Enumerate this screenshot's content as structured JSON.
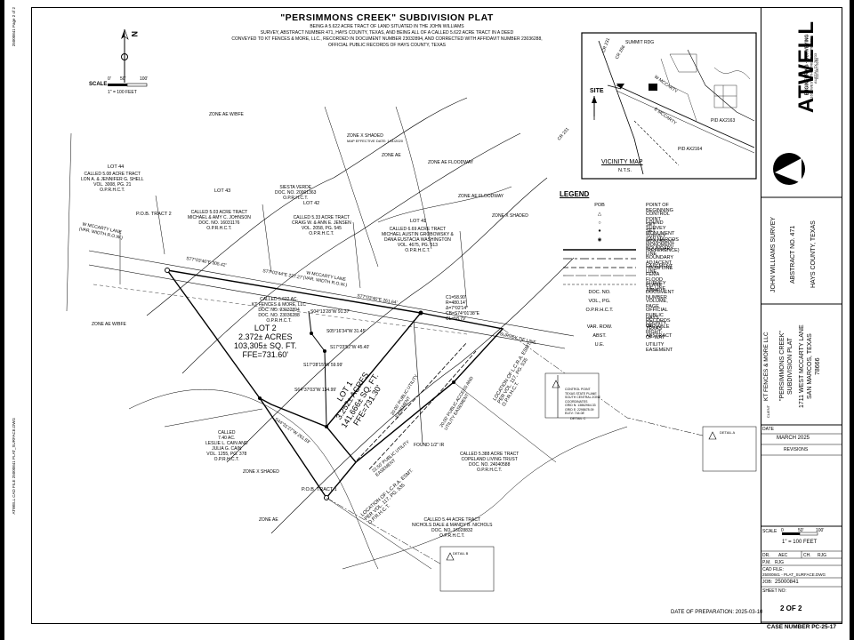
{
  "header": {
    "title": "\"PERSIMMONS CREEK\" SUBDIVISION PLAT",
    "description_lines": [
      "BEING A 5.622 ACRE TRACT OF LAND SITUATED IN THE JOHN WILLIAMS",
      "SURVEY, ABSTRACT NUMBER 471, HAYS COUNTY, TEXAS, AND BEING ALL OF A CALLED 5.622 ACRE TRACT IN A DEED",
      "CONVEYED TO KT FENCES & MORE, LLC., RECORDED IN DOCUMENT NUMBER 23032894, AND CORRECTED WITH AFFIDAVIT NUMBER 23036288,",
      "OFFICIAL PUBLIC RECORDS OF HAYS COUNTY, TEXAS"
    ]
  },
  "scale": {
    "label": "SCALE",
    "ticks": [
      "0'",
      "50'",
      "100'"
    ],
    "ratio": "1\" = 100 FEET"
  },
  "edge_text": {
    "left_top": "25000841 Page 2 of 2",
    "left_bottom": "ATWELL CAD FILE 25000841 PLAT_SURFACE.DWG"
  },
  "vicinity": {
    "title": "VICINITY MAP",
    "sub": "N.T.S.",
    "site": "SITE",
    "roads": [
      "SUMMIT RDG",
      "CR 231",
      "CR 266",
      "W MCCARTY",
      "E MCCARTY"
    ],
    "markers": [
      "PID AX2163",
      "PID AX2164"
    ]
  },
  "company": {
    "name": "ATWELL",
    "tagline": "ENGINEERING · SURVEYING",
    "address": [
      "1611 WEST 6TH STREET SUITE 175",
      "AUSTIN, TX 78703",
      "512.467.9255"
    ]
  },
  "legend": {
    "title": "LEGEND",
    "items": [
      {
        "symbol": "POB",
        "text": "POINT OF BEGINNING"
      },
      {
        "symbol": "△",
        "text": "CONTROL POINT SET"
      },
      {
        "symbol": "○",
        "text": "FOUND SURVEY MONUMENT"
      },
      {
        "symbol": "●",
        "text": "SET SURVEY MONUMENT"
      },
      {
        "symbol": "◉",
        "text": "SAN MARCOS MONUMENT (REFERENCE)"
      },
      {
        "symbol": "",
        "text": "BOUNDARY LINE"
      },
      {
        "symbol": "",
        "text": "BOUNDARY ADJACENT / ROW LINE"
      },
      {
        "symbol": "",
        "text": "EASEMENT LINE"
      },
      {
        "symbol": "",
        "text": "FEMA FLOOD PLANE ZONE"
      },
      {
        "symbol": "",
        "text": "SURVEY TIE LINE"
      },
      {
        "symbol": "DOC. NO.",
        "text": "DOCUMENT NUMBER"
      },
      {
        "symbol": "VOL., PG.",
        "text": "VOLUME, PAGE"
      },
      {
        "symbol": "O.P.R.H.C.T.",
        "text": "OFFICIAL PUBLIC RECORDS OF"
      },
      {
        "symbol": "",
        "text": "HAYS COUNTY, TEXAS"
      },
      {
        "symbol": "VAR. ROW.",
        "text": "VARIABLE RIGHT-OF-WAY"
      },
      {
        "symbol": "ABST.",
        "text": "ABSTRACT"
      },
      {
        "symbol": "U.E.",
        "text": "UTILITY EASEMENT"
      }
    ]
  },
  "title_block": {
    "survey": "JOHN WILLIAMS SURVEY",
    "abstract": "ABSTRACT NO. 471",
    "county": "HAYS COUNTY, TEXAS",
    "client": "KT FENCES & MORE LLC",
    "project_lines": [
      "\"PERSIMMONS CREEK\"",
      "SUBDIVISION PLAT",
      "1711 WEST MCCARTY LANE",
      "SAN MARCOS, TEXAS",
      "78666"
    ],
    "client_label": "CLIENT",
    "date_label": "DATE",
    "date": "MARCH 2025",
    "revisions": "REVISIONS",
    "scale_label": "SCALE",
    "scale_ticks": [
      "0",
      "50'",
      "100'"
    ],
    "scale_ratio": "1\" = 100 FEET",
    "dr_label": "DR.",
    "dr": "AEC",
    "ch_label": "CH.",
    "ch": "RJG",
    "pm_label": "P.M.",
    "pm": "RJG",
    "cad_label": "CAD FILE:",
    "cad": "25000841 - PLAT_SURFACE.DWG",
    "job_label": "JOB:",
    "job": "25000841",
    "sheet_label": "SHEET NO:",
    "sheet": "2 OF 2",
    "case_number": "CASE NUMBER PC-25-17",
    "prep": "DATE OF PREPARATION: 2025-03-10"
  },
  "lots": [
    {
      "name": "LOT 2",
      "area": "2.372± ACRES",
      "sqft": "103,305± SQ. FT.",
      "ffe": "FFE=731.60'"
    },
    {
      "name": "LOT 1",
      "area": "3.252± ACRES",
      "sqft": "141,666± SQ. FT.",
      "ffe": "FFE=731.30'"
    }
  ],
  "plat_labels": {
    "lot44": "LOT 44",
    "lot43": "LOT 43",
    "lot42": "LOT 42",
    "lot41": "LOT 41",
    "adj_shell": [
      "CALLED 5.08 ACRE TRACT",
      "LON A. & JENNIFER G. SHELL",
      "VOL. 3008, PG. 21",
      "O.P.R.H.C.T."
    ],
    "adj_johnson": [
      "CALLED 5.03 ACRE TRACT",
      "MICHAEL & AMY C. JOHNSON",
      "DOC. NO. 16031176",
      "O.P.R.H.C.T."
    ],
    "adj_jensen": [
      "CALLED 5.33 ACRE TRACT",
      "CRAIG W. & ANN E. JENSEN",
      "VOL. 2058, PG. 545",
      "O.P.R.H.C.T."
    ],
    "adj_grobowsky": [
      "CALLED 6.69 ACRE TRACT",
      "MICHAEL AUSTIN GROBOWSKY &",
      "DANA EUSTACIA WASHINGTON",
      "VOL. 4675, PG. 513",
      "O.P.R.H.C.T."
    ],
    "subject": [
      "CALLED 5.622 AC.",
      "KT FENCES & MORE, LLC",
      "DOC. NO. 23032894",
      "DOC. NO. 23036288",
      "O.P.R.H.C.T."
    ],
    "adj_cain": [
      "CALLED",
      "7.40 AC.",
      "LESLIE L. CAIN AND",
      "JULIA G. CAIN",
      "VOL. 1255, PG. 378",
      "O.P.R.H.C.T."
    ],
    "adj_copeland": [
      "CALLED 5.388 ACRE TRACT",
      "COPELAND LIVING TRUST",
      "DOC. NO. 24040588",
      "O.P.R.H.C.T."
    ],
    "adj_nichols": [
      "CALLED 5.44 ACRE TRACT",
      "NICHOLS DALE & MANDY B. NICHOLS",
      "DOC. NO. 16028832",
      "O.P.R.H.C.T."
    ],
    "road": [
      "W MCCARTY LANE",
      "(VAR. WIDTH R.O.W.)"
    ],
    "road2": [
      "W MCCARTY LANE",
      "(VAR. WIDTH R.O.W.)"
    ],
    "pob2": "P.O.B. TRACT 2",
    "pob1": "P.O.B. TRACT 1",
    "siesta": [
      "SIESTA VERDE",
      "DOC. NO. 20001363",
      "O.P.R.H.C.T."
    ],
    "bearings": [
      "S77°03'46\"E 305.42'",
      "S77°03'44\"E 227.27'",
      "S77°03'46\"E 261.64'",
      "S04°13'28\"W 91.37'",
      "S05°16'34\"W 31.45'",
      "S17°23'52\"W 45.40'",
      "S17°28'15\"W 59.99'",
      "S64°37'03\"W 134.99'",
      "S44°31'27\"W 261.83'"
    ],
    "curve": [
      "C1=58.90'",
      "R=480.14'",
      "Δ=7°02'14\"",
      "CB=S74°01'38\"E",
      "CL=58.79'"
    ],
    "easement1": [
      "20.00' PUBLIC UTILITY",
      "EASEMENT"
    ],
    "easement2": [
      "20.00' PUBLIC ACCESS AND",
      "UTILITY EASEMENT"
    ],
    "easement3": [
      "22.50' PUBLIC UTILITY",
      "EASEMENT"
    ],
    "loc_line1": [
      "LOCATION OF L.C.R.A. ESMT.",
      "PER VOL. 117, PG. 535",
      "O.P.R.H.C.T."
    ],
    "loc_line2": [
      "LOCATION OF L.C.R.A. ESMT.",
      "PER VOL. 117, PG. 535",
      "O.P.R.H.C.T."
    ],
    "zone_labels": [
      "ZONE X SHADED",
      "ZONE AE",
      "ZONE AE FLOODWAY",
      "ZONE AE W/BFE",
      "ZONE X SHADED",
      "ZONE AE FLOODWAY",
      "ZONE AE W/BFE",
      "ZONE X SHADED",
      "ZONE AE"
    ],
    "panel_note": "MAP EFFECTIVE DATE: 1/11/2020",
    "found": "FOUND 1/2\" IR",
    "control_points": [
      "DETAIL A",
      "DETAIL B",
      "DETAIL C"
    ],
    "cp_text": [
      "CONTROL POINT",
      "TEXAS STATE PLANE",
      "SOUTH CENTRAL ZONE",
      "COORDINATES",
      "GRID N: 13862964.33",
      "GRID E: 2298678.09",
      "ELEV: 744.08'"
    ],
    "cr": "CR 231",
    "tie": "SURVEY TIE LINE",
    "lot_ffe_small": "FFE",
    "north": "N"
  }
}
